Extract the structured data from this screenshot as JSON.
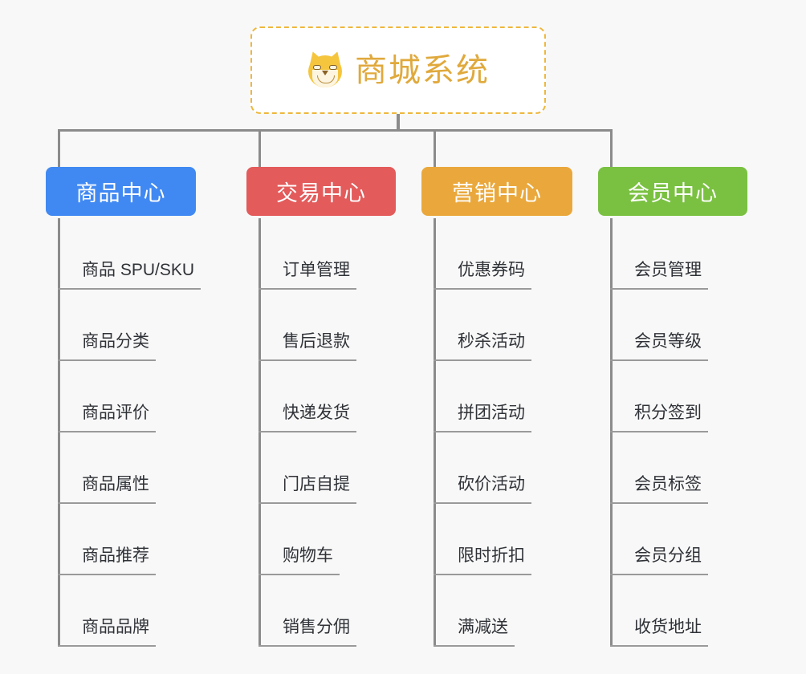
{
  "page": {
    "background_color": "#f8f8f8",
    "connector_color": "#8b8b8b",
    "leaf_text_color": "#2f3237",
    "leaf_rule_color": "#9a9a9a"
  },
  "root": {
    "title": "商城系统",
    "icon": "shiba-dog-icon",
    "title_color": "#e0a93c",
    "border_color": "#eeb73c",
    "fill_color": "#ffffff"
  },
  "columns": [
    {
      "id": "product-center",
      "label": "商品中心",
      "color": "#4189f2",
      "items": [
        "商品 SPU/SKU",
        "商品分类",
        "商品评价",
        "商品属性",
        "商品推荐",
        "商品品牌"
      ]
    },
    {
      "id": "trade-center",
      "label": "交易中心",
      "color": "#e35b5b",
      "items": [
        "订单管理",
        "售后退款",
        "快递发货",
        "门店自提",
        "购物车",
        "销售分佣"
      ]
    },
    {
      "id": "marketing-center",
      "label": "营销中心",
      "color": "#eaa83c",
      "items": [
        "优惠券码",
        "秒杀活动",
        "拼团活动",
        "砍价活动",
        "限时折扣",
        "满减送"
      ]
    },
    {
      "id": "member-center",
      "label": "会员中心",
      "color": "#7ac142",
      "items": [
        "会员管理",
        "会员等级",
        "积分签到",
        "会员标签",
        "会员分组",
        "收货地址"
      ]
    }
  ]
}
